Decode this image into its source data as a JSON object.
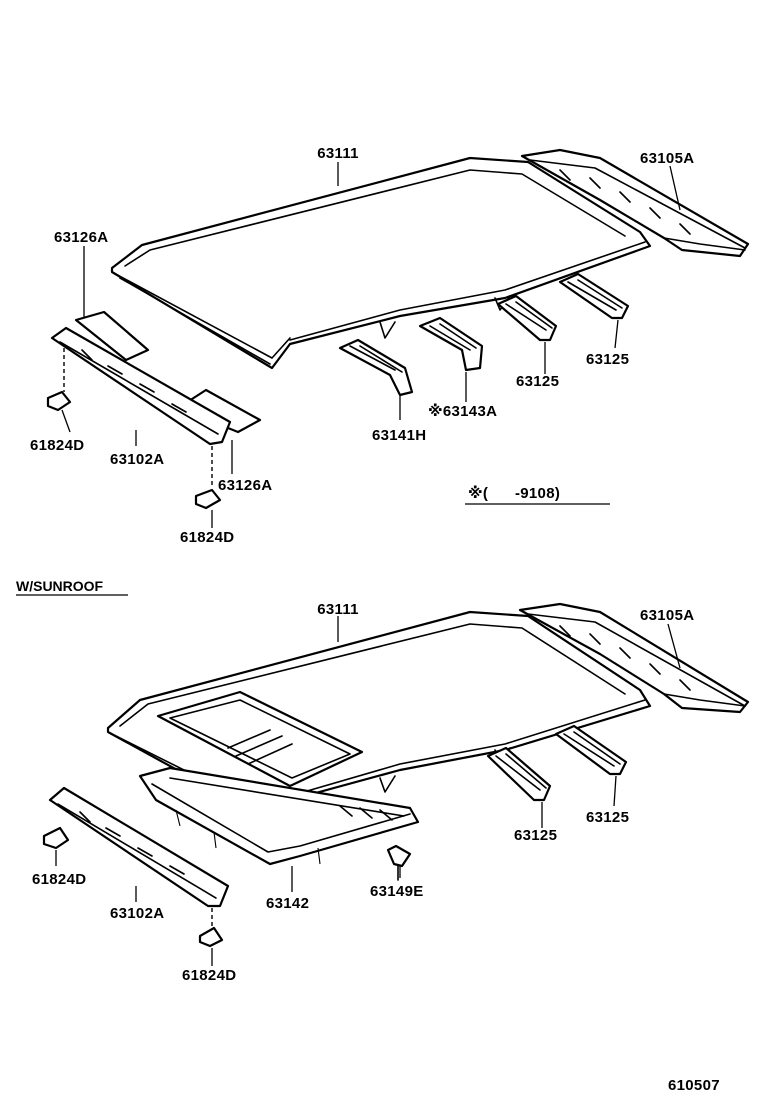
{
  "top": {
    "labels": {
      "roof_headlining": "63111",
      "rear_reinforcement": "63105A",
      "front_sheet_left": "63126A",
      "front_reinforcement": "63102A",
      "front_sheet_right": "63126A",
      "clip_left": "61824D",
      "clip_right": "61824D",
      "bow_front": "63141H",
      "bow_front_note": "※63143A",
      "bow_middle": "63125",
      "bow_rear": "63125"
    },
    "footnote": "※(      -9108)"
  },
  "sunroof": {
    "title": "W/SUNROOF",
    "labels": {
      "roof_headlining": "63111",
      "rear_reinforcement": "63105A",
      "clip_left": "61824D",
      "front_reinforcement": "63102A",
      "clip_right": "61824D",
      "sunroof_frame": "63142",
      "sunroof_clip": "63149E",
      "bow_middle": "63125",
      "bow_rear": "63125"
    }
  },
  "figure_code": "610507"
}
